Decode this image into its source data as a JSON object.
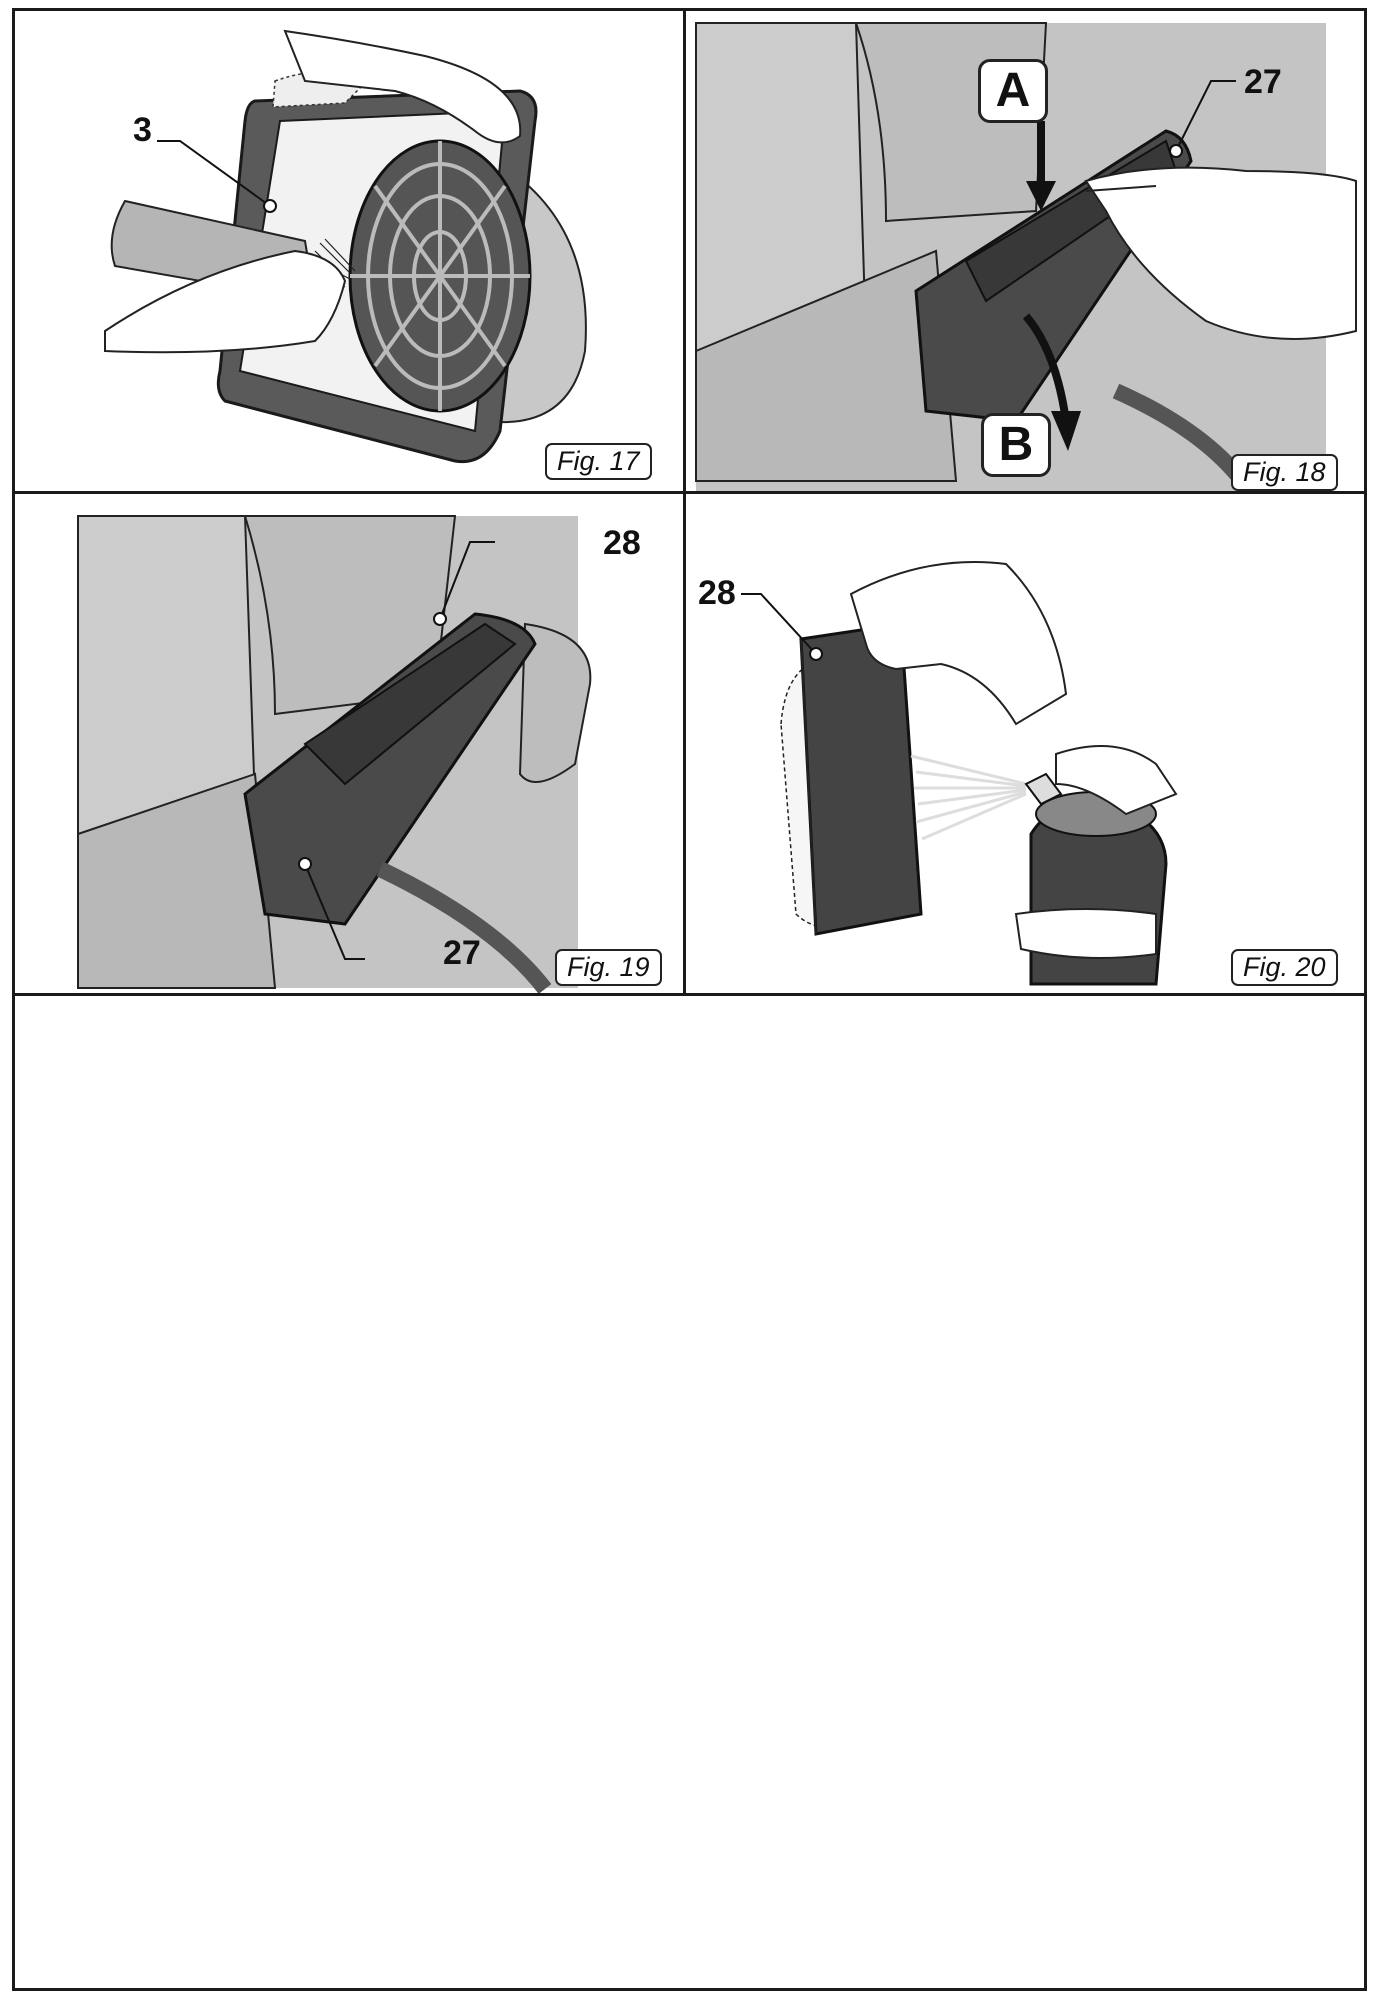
{
  "figures": [
    {
      "id": "fig17",
      "label": "Fig. 17",
      "callouts": [
        "3"
      ]
    },
    {
      "id": "fig18",
      "label": "Fig. 18",
      "callouts": [
        "27"
      ],
      "arrows": [
        "A",
        "B"
      ]
    },
    {
      "id": "fig19",
      "label": "Fig. 19",
      "callouts": [
        "28",
        "27"
      ]
    },
    {
      "id": "fig20",
      "label": "Fig. 20",
      "callouts": [
        "28"
      ]
    }
  ],
  "colors": {
    "border": "#1a1a1a",
    "body_gray": "#c4c4c4",
    "filter_dark": "#4a4a4a"
  }
}
